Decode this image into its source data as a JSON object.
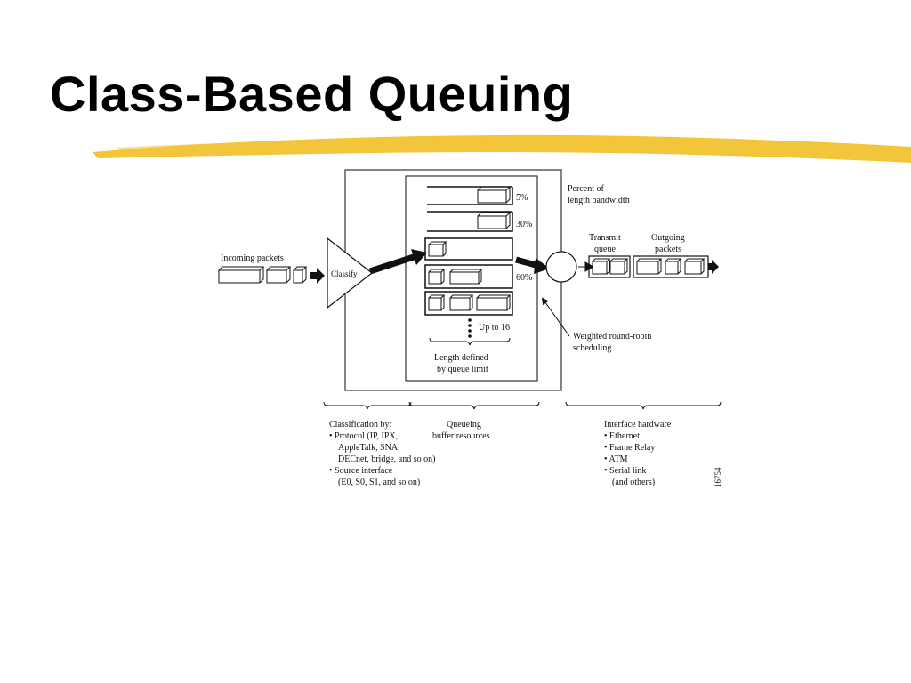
{
  "slide": {
    "title": "Class-Based Queuing",
    "highlight_color": "#f2c53a"
  },
  "diagram": {
    "incoming_label": "Incoming packets",
    "classify_label": "Classify",
    "queue_percents": [
      "5%",
      "30%",
      "60%"
    ],
    "up_to_label": "Up to 16",
    "length_label_line1": "Length defined",
    "length_label_line2": "by queue limit",
    "percent_label_line1": "Percent of",
    "percent_label_line2": "length bandwidth",
    "transmit_label_line1": "Transmit",
    "transmit_label_line2": "queue",
    "outgoing_label_line1": "Outgoing",
    "outgoing_label_line2": "packets",
    "wrr_label_line1": "Weighted round-robin",
    "wrr_label_line2": "scheduling",
    "figure_id": "16754"
  },
  "captions": {
    "classification": [
      "Classification by:",
      "• Protocol (IP, IPX,",
      "AppleTalk, SNA,",
      "DECnet, bridge, and so on)",
      "• Source interface",
      "(E0, S0, S1, and so on)"
    ],
    "queueing": [
      "Queueing",
      "buffer resources"
    ],
    "hardware": [
      "Interface hardware",
      "• Ethernet",
      "• Frame Relay",
      "• ATM",
      "• Serial link",
      "(and others)"
    ]
  }
}
